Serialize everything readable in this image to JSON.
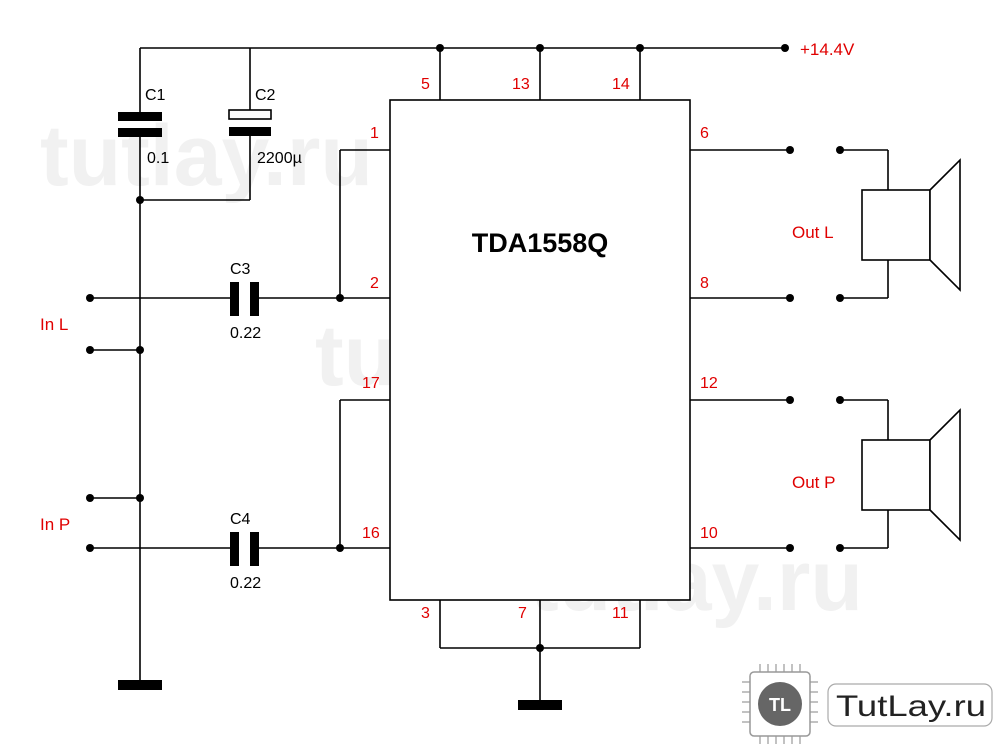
{
  "ic": {
    "name": "TDA1558Q"
  },
  "supply": {
    "label": "+14.4V"
  },
  "capacitors": {
    "c1": {
      "name": "C1",
      "value": "0.1"
    },
    "c2": {
      "name": "C2",
      "value": "2200µ"
    },
    "c3": {
      "name": "C3",
      "value": "0.22"
    },
    "c4": {
      "name": "C4",
      "value": "0.22"
    }
  },
  "pins": {
    "p1": "1",
    "p2": "2",
    "p17": "17",
    "p16": "16",
    "p5": "5",
    "p13": "13",
    "p14": "14",
    "p3": "3",
    "p7": "7",
    "p11": "11",
    "p6": "6",
    "p8": "8",
    "p12": "12",
    "p10": "10"
  },
  "inputs": {
    "left": "In L",
    "right": "In P"
  },
  "outputs": {
    "left": "Out L",
    "right": "Out P"
  },
  "watermark": {
    "text": "tutlay.ru"
  },
  "brand": {
    "text": "TutLay.ru",
    "icon_letters": "TL"
  },
  "colors": {
    "wire": "#000000",
    "label_red": "#e00000",
    "watermark": "#f1f1f1"
  }
}
